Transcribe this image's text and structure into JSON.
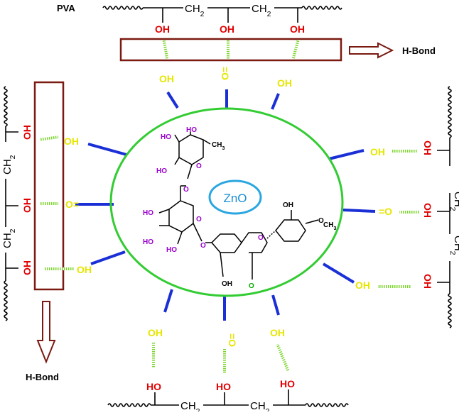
{
  "labels": {
    "pva": "PVA",
    "hbond": "H-Bond",
    "zno": "ZnO"
  },
  "groups": {
    "hydroxyl": "OH",
    "carbonyl": "=O",
    "carbonyl_v": "O=",
    "ch2": "CH2",
    "ch3": "CH3",
    "ho": "HO",
    "o": "O"
  },
  "colors": {
    "ring": "#33cc33",
    "spoke": "#1a2fd6",
    "hbond_dash": "#7cd62e",
    "surface_label": "#e6e600",
    "polymer_oh": "#e00000",
    "box": "#7a1a10",
    "zno": "#2aa6e0",
    "sugar_oh": "#9900cc",
    "aglycone_oh": "#000000",
    "ketone": "#00aa00"
  }
}
